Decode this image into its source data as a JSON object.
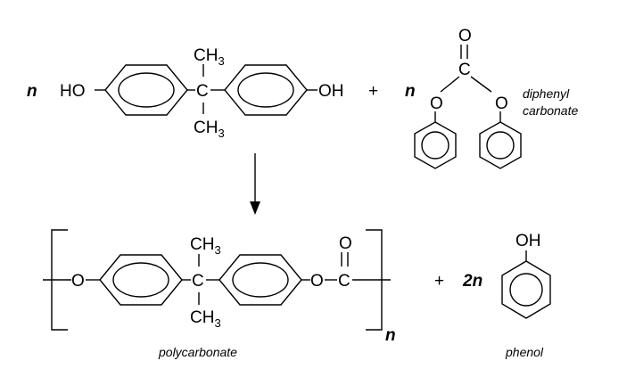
{
  "reaction": {
    "coef_n": "n",
    "ho": "HO",
    "oh": "OH",
    "c": "C",
    "ch": "CH",
    "three": "3",
    "plus": "+",
    "o": "O",
    "diphenyl_line1": "diphenyl",
    "diphenyl_line2": "carbonate",
    "coef_2n": "2n",
    "repeat_n": "n",
    "polycarbonate": "polycarbonate",
    "phenol": "phenol",
    "phenol_oh": "OH"
  },
  "colors": {
    "ink": "#000000",
    "background": "#ffffff"
  }
}
